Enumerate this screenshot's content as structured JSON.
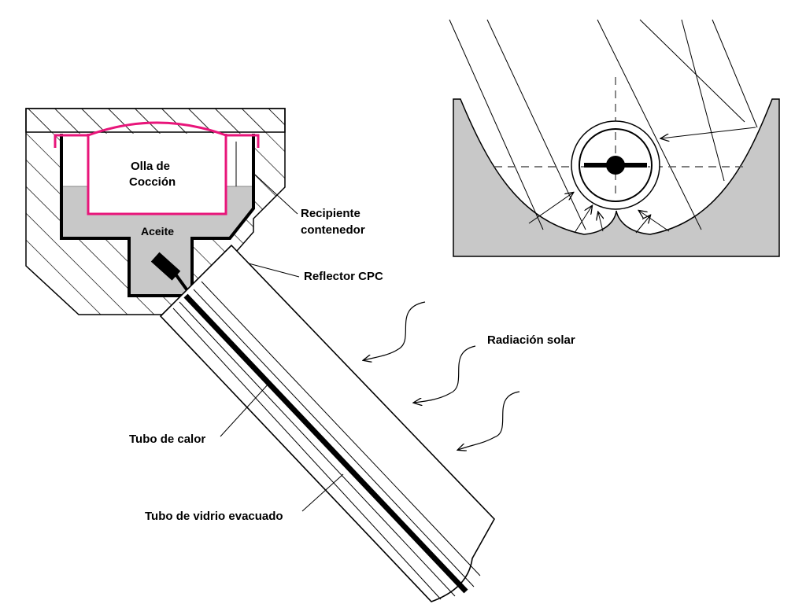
{
  "labels": {
    "pot": [
      "Olla de",
      "Cocción"
    ],
    "oil": "Aceite",
    "container": [
      "Recipiente",
      "contenedor"
    ],
    "reflector": "Reflector CPC",
    "radiation": "Radiación solar",
    "heat_pipe": "Tubo de calor",
    "glass_tube": "Tubo de vidrio evacuado"
  },
  "colors": {
    "pot": "#e8157a",
    "oil": "#c8c8c8",
    "reflector_fill": "#c8c8c8",
    "line": "#000000"
  }
}
